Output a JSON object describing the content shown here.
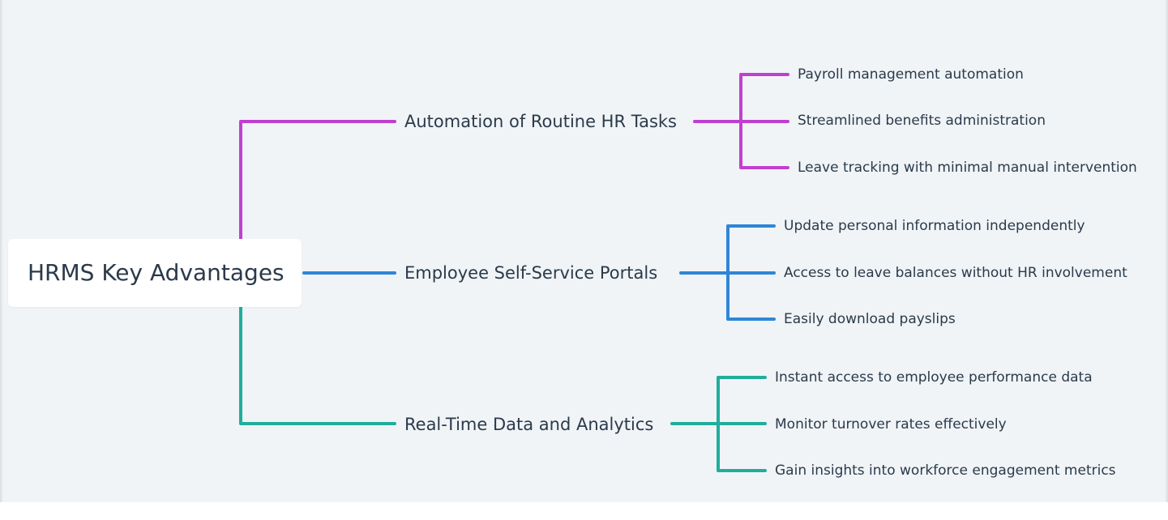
{
  "root": {
    "label": "HRMS Key Advantages"
  },
  "branches": [
    {
      "label": "Automation of Routine HR Tasks",
      "color": "#c03fd0",
      "items": [
        "Payroll management automation",
        "Streamlined benefits administration",
        "Leave tracking with minimal manual intervention"
      ]
    },
    {
      "label": "Employee Self-Service Portals",
      "color": "#2e86d6",
      "items": [
        "Update personal information independently",
        "Access to leave balances without HR involvement",
        "Easily download payslips"
      ]
    },
    {
      "label": "Real-Time Data and Analytics",
      "color": "#21ad9b",
      "items": [
        "Instant access to employee performance data",
        "Monitor turnover rates effectively",
        "Gain insights into workforce engagement metrics"
      ]
    }
  ]
}
